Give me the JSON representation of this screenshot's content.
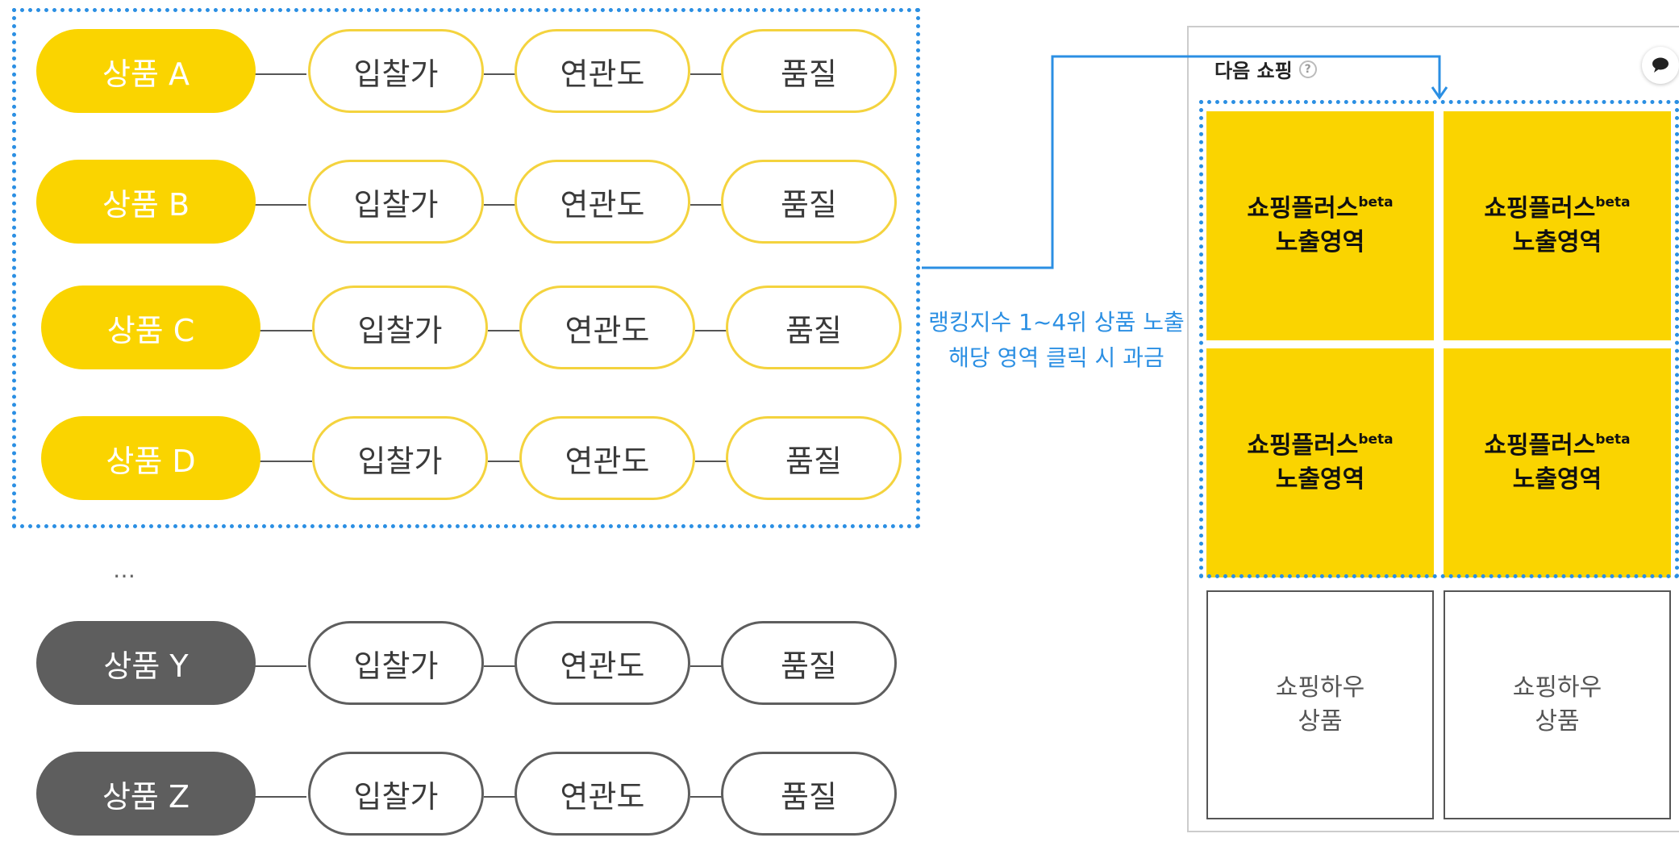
{
  "diagram": {
    "rows": [
      {
        "product": "상품 A",
        "bid": "입찰가",
        "relevance": "연관도",
        "quality": "품질",
        "style": "yellow"
      },
      {
        "product": "상품 B",
        "bid": "입찰가",
        "relevance": "연관도",
        "quality": "품질",
        "style": "yellow"
      },
      {
        "product": "상품 C",
        "bid": "입찰가",
        "relevance": "연관도",
        "quality": "품질",
        "style": "yellow"
      },
      {
        "product": "상품 D",
        "bid": "입찰가",
        "relevance": "연관도",
        "quality": "품질",
        "style": "yellow"
      },
      {
        "product": "상품 Y",
        "bid": "입찰가",
        "relevance": "연관도",
        "quality": "품질",
        "style": "gray"
      },
      {
        "product": "상품 Z",
        "bid": "입찰가",
        "relevance": "연관도",
        "quality": "품질",
        "style": "gray"
      }
    ],
    "ellipsis": "…",
    "annotation": {
      "line1": "랭킹지수 1~4위 상품 노출",
      "line2": "해당 영역 클릭 시 과금"
    }
  },
  "panel": {
    "title": "다음 쇼핑",
    "help_symbol": "?",
    "ad_cells": [
      {
        "name": "쇼핑플러스",
        "sup": "beta",
        "line2": "노출영역"
      },
      {
        "name": "쇼핑플러스",
        "sup": "beta",
        "line2": "노출영역"
      },
      {
        "name": "쇼핑플러스",
        "sup": "beta",
        "line2": "노출영역"
      },
      {
        "name": "쇼핑플러스",
        "sup": "beta",
        "line2": "노출영역"
      }
    ],
    "house_cells": [
      {
        "line1": "쇼핑하우",
        "line2": "상품"
      },
      {
        "line1": "쇼핑하우",
        "line2": "상품"
      }
    ]
  },
  "colors": {
    "highlight_yellow": "#fad400",
    "dark_gray": "#5e5e5e",
    "selection_blue": "#2b8fe3"
  },
  "icons": {
    "help": "question-circle-icon",
    "chat": "speech-bubble-icon"
  }
}
